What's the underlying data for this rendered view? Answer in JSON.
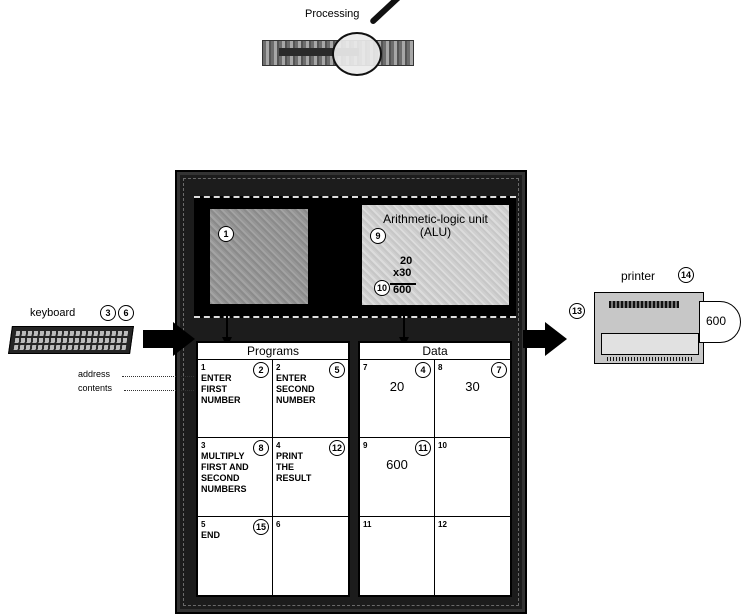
{
  "processing": {
    "title": "Processing"
  },
  "cpu": {
    "alu_label": "Arithmetic-logic unit\n(ALU)",
    "steps": {
      "control": "1",
      "alu": "9",
      "calc": "10"
    },
    "calc": {
      "a": "20",
      "b": "x30",
      "result": "600"
    }
  },
  "programs": {
    "title": "Programs",
    "cells": [
      {
        "address": "1",
        "content": "ENTER\nFIRST\nNUMBER",
        "step": "2"
      },
      {
        "address": "2",
        "content": "ENTER\nSECOND\nNUMBER",
        "step": "5"
      },
      {
        "address": "3",
        "content": "MULTIPLY\nFIRST AND\nSECOND\nNUMBERS",
        "step": "8"
      },
      {
        "address": "4",
        "content": "PRINT\nTHE\nRESULT",
        "step": "12"
      },
      {
        "address": "5",
        "content": "END",
        "step": "15"
      },
      {
        "address": "6",
        "content": "",
        "step": ""
      }
    ]
  },
  "data": {
    "title": "Data",
    "cells": [
      {
        "address": "7",
        "value": "20",
        "step": "4"
      },
      {
        "address": "8",
        "value": "30",
        "step": "7"
      },
      {
        "address": "9",
        "value": "600",
        "step": "11"
      },
      {
        "address": "10",
        "value": "",
        "step": ""
      },
      {
        "address": "11",
        "value": "",
        "step": ""
      },
      {
        "address": "12",
        "value": "",
        "step": ""
      }
    ]
  },
  "keyboard": {
    "label": "keyboard",
    "steps": [
      "3",
      "6"
    ]
  },
  "labels": {
    "address": "address",
    "contents": "contents"
  },
  "printer": {
    "label": "printer",
    "output": "600",
    "steps": [
      "13",
      "14"
    ]
  }
}
